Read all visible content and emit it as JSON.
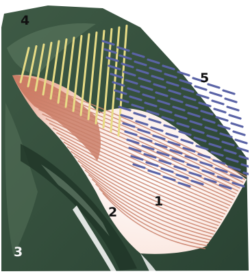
{
  "labels": {
    "l1": "1",
    "l2": "2",
    "l3": "3",
    "l4": "4",
    "l5": "5"
  },
  "icons": [
    "mesh-surface-illustration"
  ],
  "colors": {
    "background": "#ffffff",
    "dark_green": "#2e4a38",
    "mid_green": "#46634f",
    "light_green": "#6f8a72",
    "salmon_lines": "#c9806a",
    "pink_fill": "#e9b7a6",
    "blue_rods": "#5a63a6",
    "yellow_rods": "#e8dc86",
    "label_dark": "#111111",
    "label_light": "#f4f4f4"
  }
}
